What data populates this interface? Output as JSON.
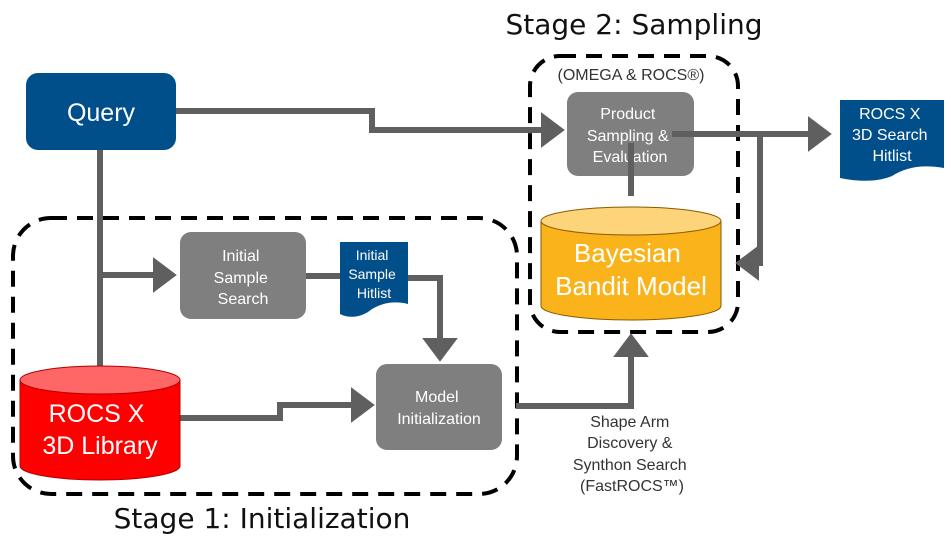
{
  "stages": {
    "stage1": {
      "title": "Stage 1: Initialization"
    },
    "stage2": {
      "title": "Stage 2: Sampling",
      "subtitle": "(OMEGA & ROCS®)"
    }
  },
  "nodes": {
    "query": {
      "label": "Query",
      "color": "#004f8b"
    },
    "initial_sample_search": {
      "lines": [
        "Initial",
        "Sample",
        "Search"
      ],
      "color": "#7f7f7f"
    },
    "initial_sample_hitlist": {
      "lines": [
        "Initial",
        "Sample",
        "Hitlist"
      ],
      "color": "#004f8b"
    },
    "rocs_library": {
      "lines": [
        "ROCS X",
        "3D Library"
      ],
      "color": "#ff0000",
      "top_color": "#ff6666"
    },
    "model_initialization": {
      "lines": [
        "Model",
        "Initialization"
      ],
      "color": "#7f7f7f"
    },
    "product_sampling": {
      "lines": [
        "Product",
        "Sampling &",
        "Evaluation"
      ],
      "color": "#7f7f7f"
    },
    "bayesian_bandit": {
      "lines": [
        "Bayesian",
        "Bandit Model"
      ],
      "color": "#fbb31b",
      "top_color": "#fdd47a"
    },
    "search_hitlist": {
      "lines": [
        "ROCS X",
        "3D Search",
        "Hitlist"
      ],
      "color": "#004f8b"
    }
  },
  "annotations": {
    "fastrocs": {
      "lines": [
        "Shape Arm",
        "Discovery &",
        "Synthon Search",
        "(FastROCS™)"
      ]
    }
  },
  "colors": {
    "connector": "#5f5f5f",
    "dash": "#000000"
  }
}
